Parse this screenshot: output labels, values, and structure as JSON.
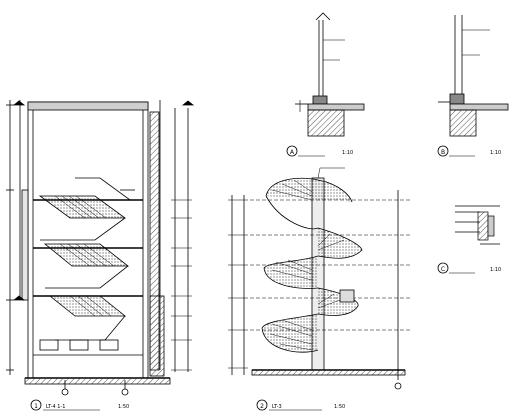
{
  "drawing": {
    "detail_a": {
      "tag": "A",
      "title": "",
      "scale": "1:10"
    },
    "detail_b": {
      "tag": "B",
      "title": "",
      "scale": "1:10"
    },
    "detail_c": {
      "tag": "C",
      "title": "",
      "scale": "1:10"
    },
    "section_1": {
      "tag": "1",
      "title": "LT-4  1-1",
      "scale": "1:50"
    },
    "section_2": {
      "tag": "2",
      "title": "LT-3",
      "scale": "1:50"
    }
  },
  "colors": {
    "line": "#000000",
    "fill": "#d9d9d9",
    "hatch": "#555555"
  }
}
